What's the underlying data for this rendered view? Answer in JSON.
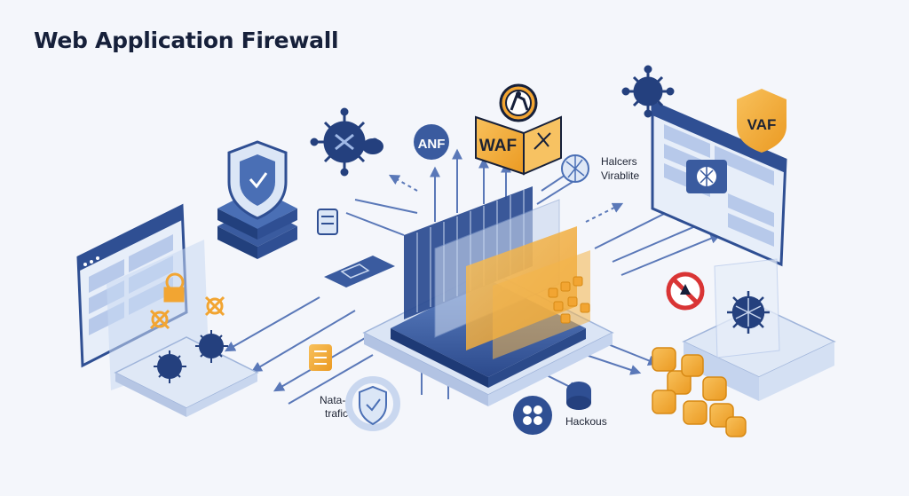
{
  "title": "Web Application Firewall",
  "labels": {
    "waf_sign": "WAF",
    "anf_badge": "ANF",
    "vaf_shield": "VAF",
    "hacker_label_line1": "Halcers",
    "hacker_label_line2": "Virablite",
    "data_traffic_line1": "Nata-",
    "data_traffic_line2": "trafic",
    "hackous_label": "Hackous"
  },
  "colors": {
    "navy": "#24407e",
    "blue": "#4a6fb5",
    "light_blue": "#c9d7ef",
    "orange": "#f2a532",
    "dark": "#16203a",
    "background": "#f4f6fb"
  },
  "icons": [
    "virus-icon",
    "shield-icon",
    "server-stack-icon",
    "browser-window-icon",
    "globe-icon",
    "no-entry-icon",
    "hacker-icon",
    "lock-icon"
  ]
}
